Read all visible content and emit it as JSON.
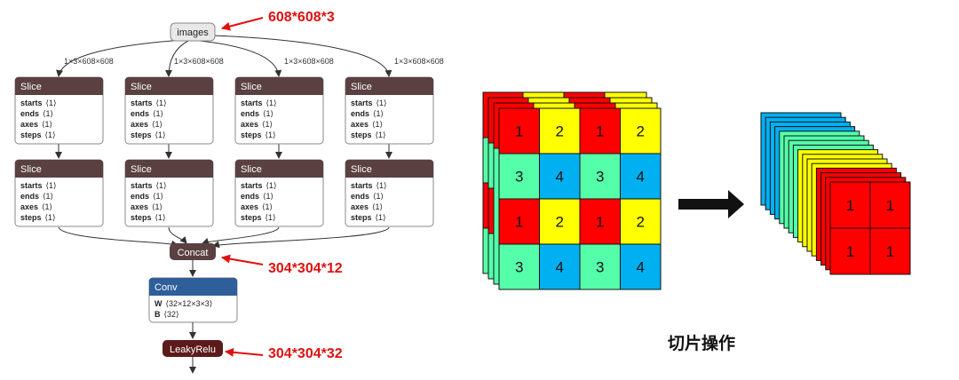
{
  "graph": {
    "input_node": "images",
    "edge_labels": [
      "1×3×608×608",
      "1×3×608×608",
      "1×3×608×608",
      "1×3×608×608"
    ],
    "slice_title": "Slice",
    "slice_attrs": [
      {
        "key": "starts",
        "val": "⟨1⟩"
      },
      {
        "key": "ends",
        "val": "⟨1⟩"
      },
      {
        "key": "axes",
        "val": "⟨1⟩"
      },
      {
        "key": "steps",
        "val": "⟨1⟩"
      }
    ],
    "concat_node": "Concat",
    "conv_node": {
      "title": "Conv",
      "attrs": [
        {
          "key": "W",
          "val": "⟨32×12×3×3⟩"
        },
        {
          "key": "B",
          "val": "⟨32⟩"
        }
      ]
    },
    "activation_node": "LeakyRelu"
  },
  "annotations": {
    "input_shape": "608*608*3",
    "concat_shape": "304*304*12",
    "output_shape": "304*304*32"
  },
  "grid_labels": [
    "1",
    "2",
    "1",
    "2",
    "3",
    "4",
    "3",
    "4",
    "1",
    "2",
    "1",
    "2",
    "3",
    "4",
    "3",
    "4"
  ],
  "result_labels": [
    "1",
    "1",
    "1",
    "1"
  ],
  "caption": "切片操作",
  "colors": {
    "red": "#ff0000",
    "yellow": "#ffff00",
    "teal": "#55ffaa",
    "blue": "#00b0f0",
    "slice_header": "#5a4040",
    "conv_header": "#2f5f9a",
    "concat_node": "#5a4040",
    "leakyrelu_node": "#5c1a1a",
    "annotation": "#e01010"
  }
}
